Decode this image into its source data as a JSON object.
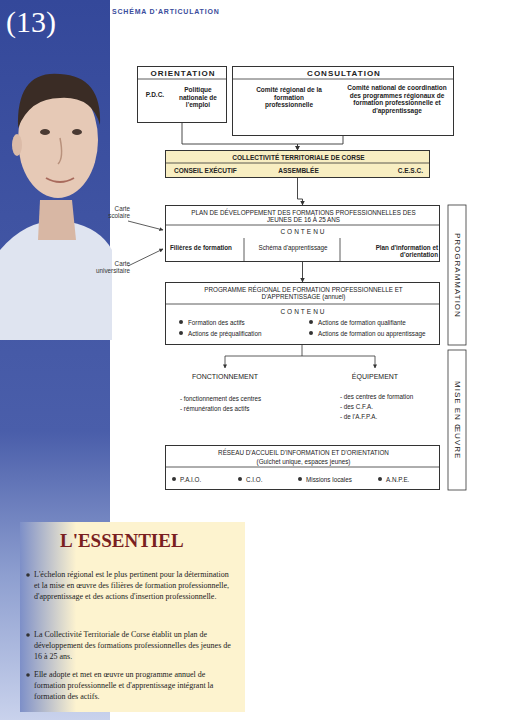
{
  "diagram": {
    "title": "SCHÉMA D'ARTICULATION",
    "nodes": [
      {
        "text": [
          "ORIENTATION",
          "P.D.C.",
          "Politique nationale de l'emploi"
        ]
      },
      {
        "text": [
          "CONSULTATION",
          "Comité régional de la formation professionnelle",
          "Comité national de coordination des programmes régionaux de formation professionnelle et d'apprentissage"
        ]
      },
      {
        "text": [
          "COLLECTIVITÉ TERRITORIALE DE CORSE",
          "CONSEIL EXÉCUTIF",
          "ASSEMBLÉE",
          "C.E.S.C."
        ]
      },
      {
        "text": [
          "PLAN DE DÉVELOPPEMENT DES FORMATIONS PROFESSIONNELLES DES JEUNES DE 16 À 25 ANS",
          "CONTENU",
          "Filières de formation",
          "Schéma d'apprentissage",
          "Plan d'information et d'orientation"
        ]
      },
      {
        "text": [
          "PROGRAMME RÉGIONAL DE FORMATION PROFESSIONNELLE ET D'APPRENTISSAGE (annuel)",
          "CONTENU",
          "Formation des actifs",
          "Actions de préqualification",
          "Actions de formation qualifiante",
          "Actions de formation ou apprentissage"
        ]
      },
      {
        "text": [
          "RÉSEAU D'ACCUEIL D'INFORMATION ET D'ORIENTATION",
          "(Guichet unique, espaces jeunes)",
          "P.A.I.O.",
          "C.I.O.",
          "Missions locales",
          "A.N.P.E."
        ]
      },
      {
        "text": [
          "L'ESSENTIEL",
          "L'échelon régional est le plus pertinent pour la détermination et la mise en œuvre des filières de formation professionnelle, d'apprentissage et des actions d'insertion professionnelle.",
          "La Collectivité Territoriale de Corse établit un plan de développement des formations professionnelles des jeunes de 16 à 25 ans.",
          "Elle adopte et met en œuvre un programme annuel de formation professionnelle et d'apprentissage intégrant la formation des actifs."
        ]
      }
    ],
    "edges": [
      {
        "from": 0,
        "to": 2,
        "arrow": "to"
      },
      {
        "from": 1,
        "to": 2,
        "arrow": "to"
      },
      {
        "from": 2,
        "to": 3,
        "arrow": "to"
      },
      {
        "from": 3,
        "to": 4,
        "arrow": "to"
      }
    ],
    "labels": [
      "(13)",
      "Carte scolaire",
      "Carte universitaire",
      "FONCTIONNEMENT",
      "ÉQUIPEMENT",
      "- fonctionnement des centres",
      "- rémunération des actifs",
      "- des centres de formation",
      "- des C.F.A.",
      "- de l'A.F.P.A.",
      "PROGRAMMATION",
      "MISE EN ŒUVRE"
    ]
  }
}
